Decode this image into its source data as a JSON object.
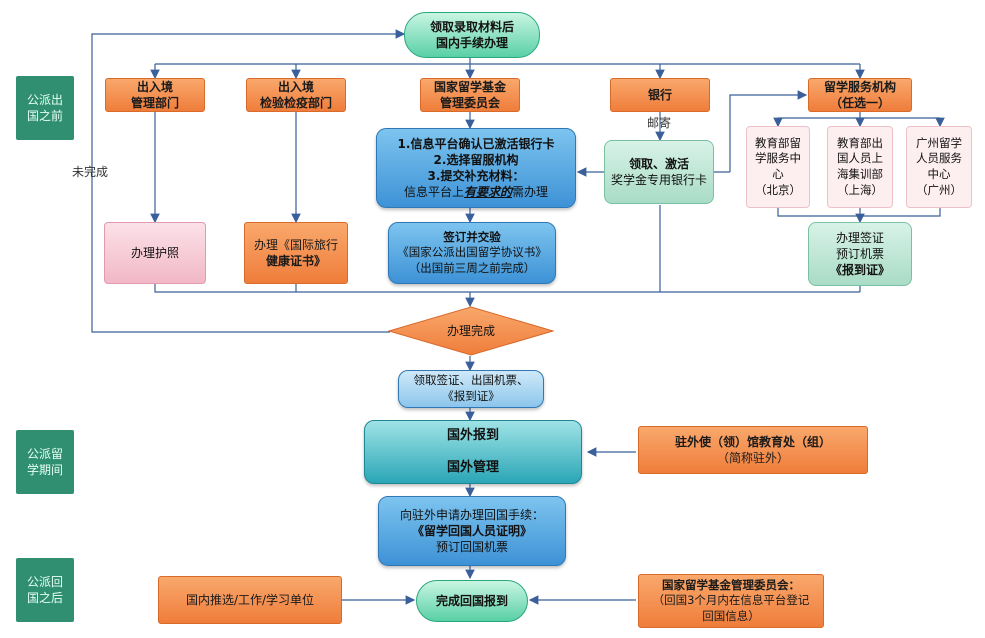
{
  "side_labels": [
    "公派出国之前",
    "公派留学期间",
    "公派回国之后"
  ],
  "nodes": {
    "start": [
      "领取录取材料后",
      "国内手续办理"
    ],
    "exit_entry": [
      "出入境",
      "管理部门"
    ],
    "quarantine": [
      "出入境",
      "检验检疫部门"
    ],
    "csc": [
      "国家留学基金",
      "管理委员会"
    ],
    "bank": "银行",
    "service": [
      "留学服务机构",
      "（任选一）"
    ],
    "step_1": "1.信息平台确认已激活银行卡",
    "step_2": "2.选择留服机构",
    "step_3": "3.提交补充材料：",
    "step_3_note_pre": "信息平台上",
    "step_3_note_em": "有要求的",
    "step_3_note_post": "需办理",
    "card_1": "领取、激活",
    "card_2": "奖学金专用银行卡",
    "svc_beijing": [
      "教育部留",
      "学服务中",
      "心",
      "（北京）"
    ],
    "svc_shanghai": [
      "教育部出",
      "国人员上",
      "海集训部",
      "（上海）"
    ],
    "svc_guangzhou": [
      "广州留学",
      "人员服务",
      "中心",
      "（广州）"
    ],
    "passport": "办理护照",
    "health_pre": "办理《国际旅行",
    "health_post": "健康证书》",
    "agreement": [
      "签订并交验",
      "《国家公派出国留学协议书》",
      "（出国前三周之前完成）"
    ],
    "visa": [
      "办理签证",
      "预订机票",
      "《报到证》"
    ],
    "done": "办理完成",
    "collect": [
      "领取签证、出国机票、",
      "《报到证》"
    ],
    "abroad_1": "国外报到",
    "abroad_2": "国外管理",
    "embassy": [
      "驻外使（领）馆教育处（组）",
      "（简称驻外）"
    ],
    "return_apply": [
      "向驻外申请办理回国手续：",
      "《留学回国人员证明》",
      "预订回国机票"
    ],
    "home_unit": "国内推选/工作/学习单位",
    "return_report": "完成回国报到",
    "csc_return": [
      "国家留学基金管理委员会：",
      "（回国3个月内在信息平台登记",
      "回国信息）"
    ]
  },
  "edge_labels": {
    "incomplete": "未完成",
    "mail": "邮寄"
  }
}
